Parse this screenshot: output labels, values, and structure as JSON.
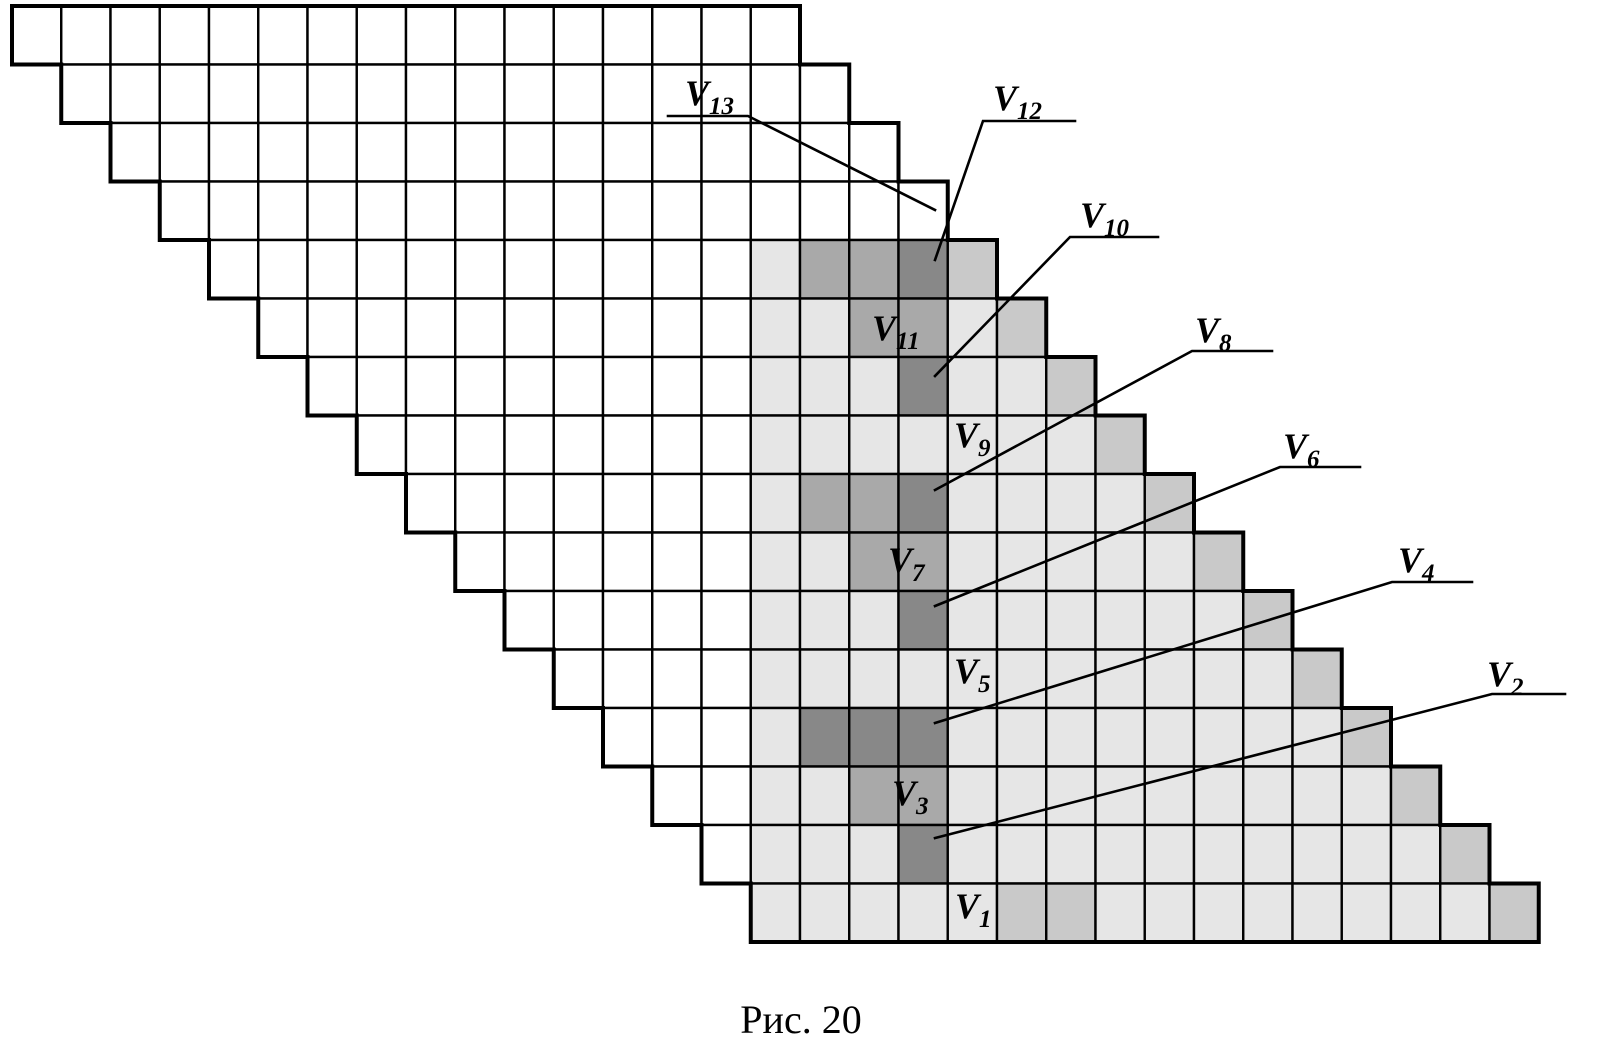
{
  "figure": {
    "caption": "Рис. 20",
    "labels": [
      {
        "id": "V1",
        "letter": "V",
        "sub": "1"
      },
      {
        "id": "V2",
        "letter": "V",
        "sub": "2"
      },
      {
        "id": "V3",
        "letter": "V",
        "sub": "3"
      },
      {
        "id": "V4",
        "letter": "V",
        "sub": "4"
      },
      {
        "id": "V5",
        "letter": "V",
        "sub": "5"
      },
      {
        "id": "V6",
        "letter": "V",
        "sub": "6"
      },
      {
        "id": "V7",
        "letter": "V",
        "sub": "7"
      },
      {
        "id": "V8",
        "letter": "V",
        "sub": "8"
      },
      {
        "id": "V9",
        "letter": "V",
        "sub": "9"
      },
      {
        "id": "V10",
        "letter": "V",
        "sub": "10"
      },
      {
        "id": "V11",
        "letter": "V",
        "sub": "11"
      },
      {
        "id": "V12",
        "letter": "V",
        "sub": "12"
      },
      {
        "id": "V13",
        "letter": "V",
        "sub": "13"
      }
    ],
    "colors": {
      "white": "#ffffff",
      "light": "#e6e6e6",
      "medium": "#c9c9c9",
      "mediumDark": "#a9a9a9",
      "dark": "#888888",
      "outline": "#000000"
    }
  }
}
